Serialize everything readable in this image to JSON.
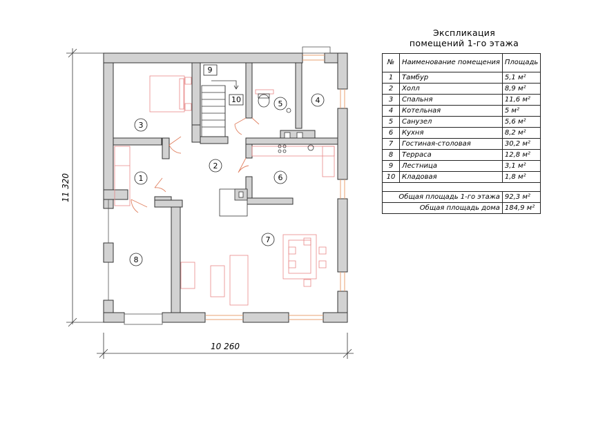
{
  "dimensions": {
    "width": "10 260",
    "height": "11 320"
  },
  "rooms": [
    {
      "no": "1",
      "name": "Тамбур",
      "area": "5,1 м²"
    },
    {
      "no": "2",
      "name": "Холл",
      "area": "8,9 м²"
    },
    {
      "no": "3",
      "name": "Спальня",
      "area": "11,6 м²"
    },
    {
      "no": "4",
      "name": "Котельная",
      "area": "5 м²"
    },
    {
      "no": "5",
      "name": "Санузел",
      "area": "5,6 м²"
    },
    {
      "no": "6",
      "name": "Кухня",
      "area": "8,2 м²"
    },
    {
      "no": "7",
      "name": "Гостиная-столовая",
      "area": "30,2 м²"
    },
    {
      "no": "8",
      "name": "Терраса",
      "area": "12,8 м²"
    },
    {
      "no": "9",
      "name": "Лестница",
      "area": "3,1 м²"
    },
    {
      "no": "10",
      "name": "Кладовая",
      "area": "1,8 м²"
    }
  ],
  "explication": {
    "title_line1": "Экспликация",
    "title_line2": "помещений 1-го этажа",
    "col_no": "№",
    "col_name": "Наименование помещения",
    "col_area": "Площадь",
    "total_floor_label": "Общая площадь 1-го этажа",
    "total_floor_value": "92,3 м²",
    "total_house_label": "Общая площадь дома",
    "total_house_value": "184,9 м²"
  },
  "colors": {
    "wall": "#d2d2d2",
    "outline": "#333333",
    "furniture": "#e88888"
  }
}
